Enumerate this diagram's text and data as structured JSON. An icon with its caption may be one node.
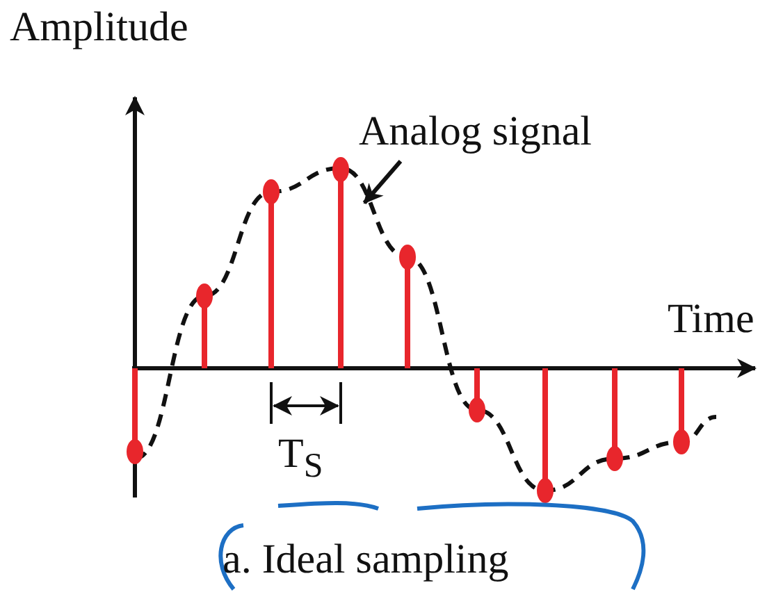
{
  "diagram": {
    "caption": "a. Ideal sampling",
    "nodes": [
      {
        "text": [
          "Analog signal"
        ]
      },
      {
        "text": [],
        "shape": "curve"
      }
    ],
    "edges": [
      {
        "from": 0,
        "to": 1,
        "arrow": "to"
      }
    ],
    "labels": [
      "Amplitude",
      "Time",
      "T$_{S}$"
    ]
  }
}
